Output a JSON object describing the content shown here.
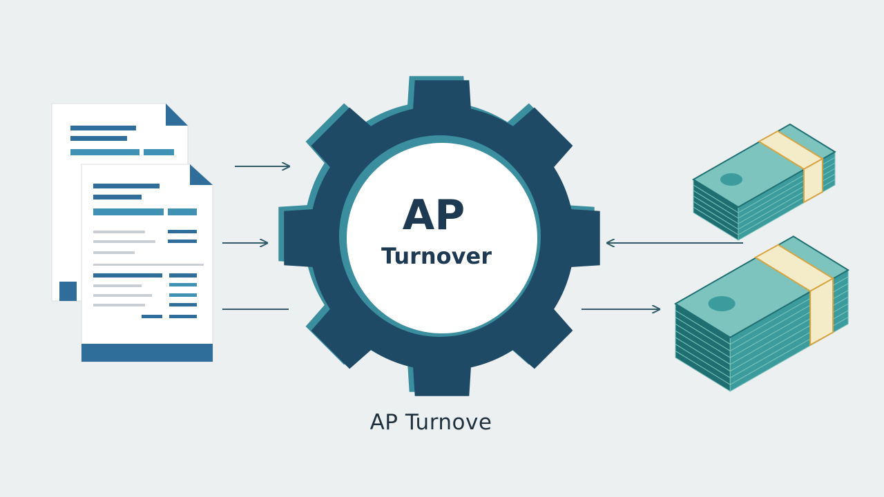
{
  "center": {
    "title_line1": "AP",
    "title_line2": "Turnover"
  },
  "caption": "AP Turnove",
  "colors": {
    "background": "#edf0f1",
    "navy": "#1e4a66",
    "teal": "#3a8e9e",
    "teal_light": "#5fb3b8",
    "doc_blue": "#2f6e9a",
    "doc_accent": "#3f92b4",
    "paper": "#ffffff",
    "line_gray": "#c9cfd4",
    "money_dark": "#1f6f72",
    "money_mid": "#3c9b9c",
    "money_light": "#7cc4bd",
    "band": "#f4ecc8",
    "band_edge": "#d6a441",
    "arrow": "#2f5a68"
  },
  "icons": {
    "documents": "invoice-documents-icon",
    "gear": "gear-icon",
    "money": "cash-stack-icon"
  }
}
